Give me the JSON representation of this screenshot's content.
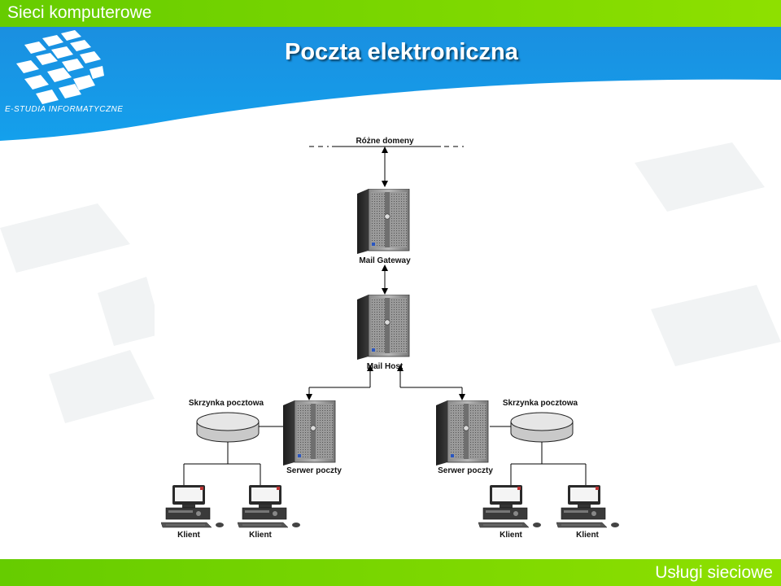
{
  "header": {
    "course_title": "Sieci komputerowe",
    "slide_title": "Poczta elektroniczna",
    "brand_text": "E-STUDIA INFORMATYCZNE"
  },
  "footer": {
    "section_title": "Usługi sieciowe"
  },
  "diagram": {
    "domains_label": "Różne domeny",
    "gateway_label": "Mail Gateway",
    "host_label": "Mail Host",
    "mailbox_left_label": "Skrzynka pocztowa",
    "mailbox_right_label": "Skrzynka pocztowa",
    "server_left_label": "Serwer poczty",
    "server_right_label": "Serwer poczty",
    "clients": [
      "Klient",
      "Klient",
      "Klient",
      "Klient"
    ]
  },
  "colors": {
    "accent_green": "#7fd600",
    "header_blue": "#1596e2"
  },
  "icons": [
    "logo-grid-icon",
    "server-tower-icon",
    "mailbox-disk-icon",
    "client-computer-icon"
  ]
}
